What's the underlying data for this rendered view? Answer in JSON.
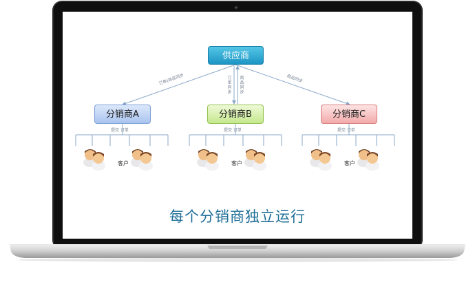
{
  "diagram": {
    "supplier": "供应商",
    "distributors": [
      "分销商A",
      "分销商B",
      "分销商C"
    ],
    "left_arrow_label": "订单|商品同步",
    "right_arrow_label": "商品同步",
    "center_up_label": "订单同步",
    "center_down_label": "商品同步",
    "submit_order_label": "提交 订单",
    "customer_label": "客户",
    "caption": "每个分销商独立运行"
  },
  "colors": {
    "supplier_fill": "#1d95c4",
    "distributor_a_fill": "#a9c4ef",
    "distributor_b_fill": "#c5e88e",
    "distributor_c_fill": "#f3aaaa",
    "caption_color": "#1f6f98",
    "connector_color": "#8aa7c7"
  },
  "icons": [
    "laptop-frame",
    "webcam-icon",
    "user-pair-icon"
  ]
}
